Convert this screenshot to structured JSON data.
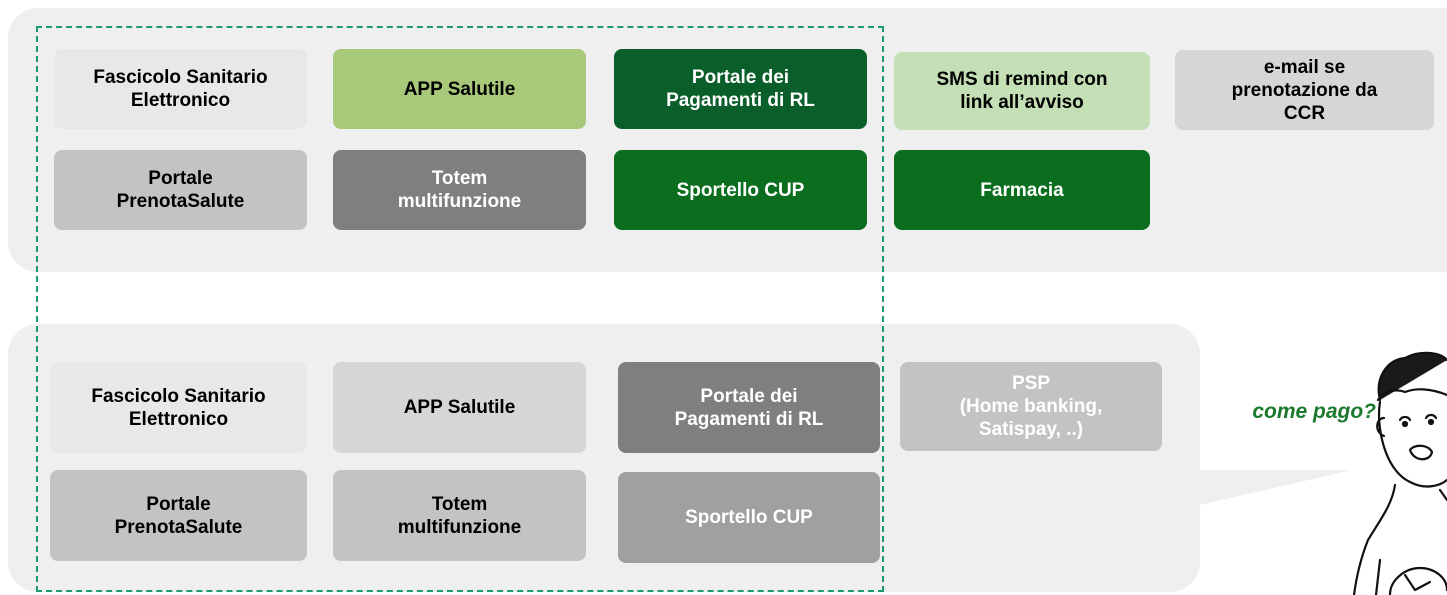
{
  "colors": {
    "panel": "#efefef",
    "light_grey": "#e8e8e8",
    "mid_grey": "#d6d6d6",
    "grey": "#c3c3c3",
    "dark_grey": "#7f7f7f",
    "olive": "#a9c97a",
    "light_green": "#c4dfb5",
    "green": "#0b6e1f",
    "dark_green": "#0a5e2a",
    "border_dashed": "#1e9a73",
    "caption": "#1b7a2e"
  },
  "top": {
    "row1": [
      {
        "label": "Fascicolo Sanitario\nElettronico"
      },
      {
        "label": "APP Salutile"
      },
      {
        "label": "Portale dei\nPagamenti di RL"
      },
      {
        "label": "SMS di remind con\nlink all’avviso"
      },
      {
        "label": "e-mail se\nprenotazione da\nCCR"
      }
    ],
    "row2": [
      {
        "label": "Portale\nPrenotaSalute"
      },
      {
        "label": "Totem\nmultifunzione"
      },
      {
        "label": "Sportello CUP"
      },
      {
        "label": "Farmacia"
      }
    ]
  },
  "bottom": {
    "row1": [
      {
        "label": "Fascicolo Sanitario\nElettronico"
      },
      {
        "label": "APP Salutile"
      },
      {
        "label": "Portale dei\nPagamenti di RL"
      },
      {
        "label": "PSP\n(Home banking,\nSatispay, ..)"
      }
    ],
    "row2": [
      {
        "label": "Portale\nPrenotaSalute"
      },
      {
        "label": "Totem\nmultifunzione"
      },
      {
        "label": "Sportello CUP"
      }
    ]
  },
  "caption": "come pago?"
}
